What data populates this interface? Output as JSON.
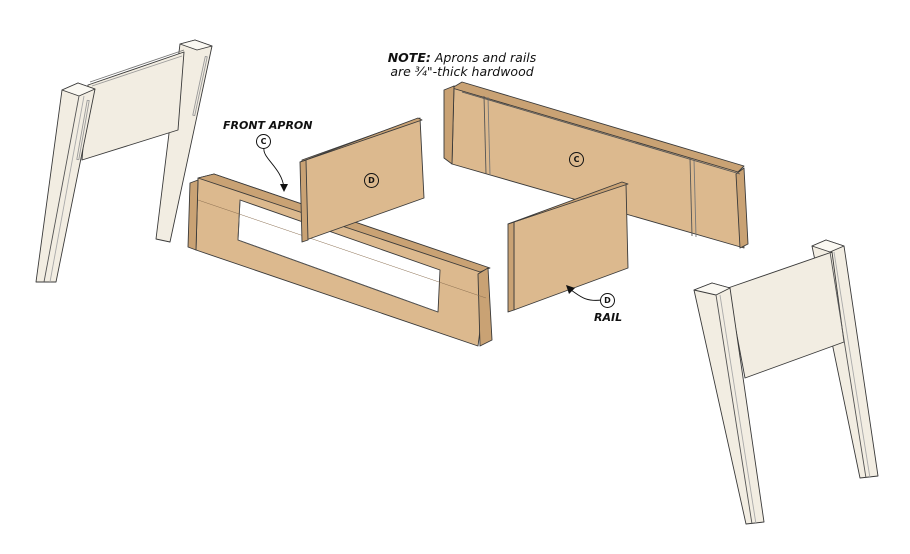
{
  "note": {
    "prefix": "NOTE:",
    "line1_rest": " Aprons and rails",
    "line2": "are ¾\"-thick hardwood"
  },
  "callouts": {
    "front_apron": {
      "label": "FRONT APRON",
      "part": "C"
    },
    "rail": {
      "label": "RAIL",
      "part": "D"
    },
    "back_apron": {
      "part": "C"
    },
    "side_rail": {
      "part": "D"
    }
  },
  "colors": {
    "wood_face": "#dcb98e",
    "wood_edge": "#c9a274",
    "leg_face": "#f2ede2",
    "outline": "#3a3a3a"
  }
}
